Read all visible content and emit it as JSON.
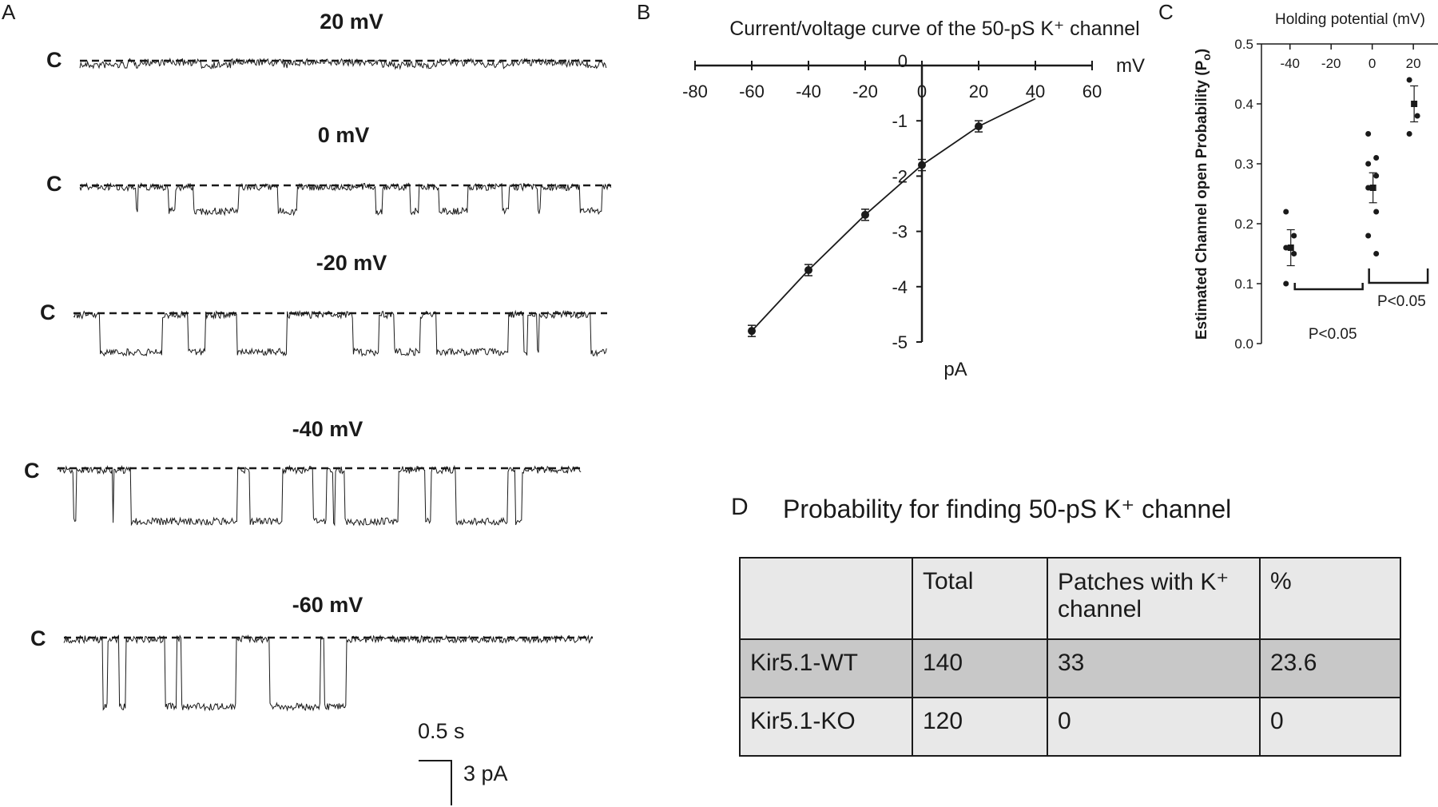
{
  "panels": {
    "a": {
      "letter": "A",
      "traces": [
        {
          "voltage": "20 mV",
          "closed_label": "C",
          "open_depth_pa": 0.3
        },
        {
          "voltage": "0 mV",
          "closed_label": "C",
          "open_depth_pa": 1.8
        },
        {
          "voltage": "-20 mV",
          "closed_label": "C",
          "open_depth_pa": 2.7
        },
        {
          "voltage": "-40 mV",
          "closed_label": "C",
          "open_depth_pa": 3.7
        },
        {
          "voltage": "-60 mV",
          "closed_label": "C",
          "open_depth_pa": 4.8
        }
      ],
      "scale_time": "0.5 s",
      "scale_current": "3 pA"
    },
    "b": {
      "letter": "B"
    },
    "c": {
      "letter": "C"
    },
    "d": {
      "letter": "D",
      "title": "Probability for finding 50-pS K⁺ channel",
      "table": {
        "headers": [
          "",
          "Total",
          "Patches with K⁺ channel",
          "%"
        ],
        "rows": [
          [
            "Kir5.1-WT",
            "140",
            "33",
            "23.6"
          ],
          [
            "Kir5.1-KO",
            "120",
            "0",
            "0"
          ]
        ]
      }
    }
  },
  "chart_data": [
    {
      "type": "line",
      "title": "Current/voltage curve of the 50-pS K⁺ channel",
      "xlabel": "mV",
      "ylabel": "pA",
      "xlim": [
        -80,
        60
      ],
      "ylim": [
        -5,
        0
      ],
      "xticks": [
        -80,
        -60,
        -40,
        -20,
        0,
        20,
        40,
        60
      ],
      "yticks": [
        0,
        -1,
        -2,
        -3,
        -4,
        -5
      ],
      "points": {
        "x": [
          -60,
          -40,
          -20,
          0,
          20
        ],
        "y": [
          -4.8,
          -3.7,
          -2.7,
          -1.8,
          -1.1
        ]
      },
      "fit_line_end": {
        "x": 40,
        "y": -0.6
      }
    },
    {
      "type": "scatter",
      "title": "Holding potential (mV)",
      "ylabel": "Estimated Channel open Probability (Po)",
      "xlim": [
        -50,
        25
      ],
      "ylim": [
        0,
        0.5
      ],
      "xticks": [
        -40,
        -20,
        0,
        20
      ],
      "yticks": [
        0.0,
        0.1,
        0.2,
        0.3,
        0.4,
        0.5
      ],
      "groups": [
        {
          "x": -40,
          "points": [
            0.22,
            0.18,
            0.16,
            0.15,
            0.1
          ],
          "mean": 0.16,
          "sem": 0.03
        },
        {
          "x": 0,
          "points": [
            0.35,
            0.31,
            0.3,
            0.28,
            0.26,
            0.22,
            0.18,
            0.15
          ],
          "mean": 0.26,
          "sem": 0.025
        },
        {
          "x": 20,
          "points": [
            0.44,
            0.38,
            0.35
          ],
          "mean": 0.4,
          "sem": 0.03
        }
      ],
      "annotations": [
        "P<0.05",
        "P<0.05"
      ]
    }
  ]
}
